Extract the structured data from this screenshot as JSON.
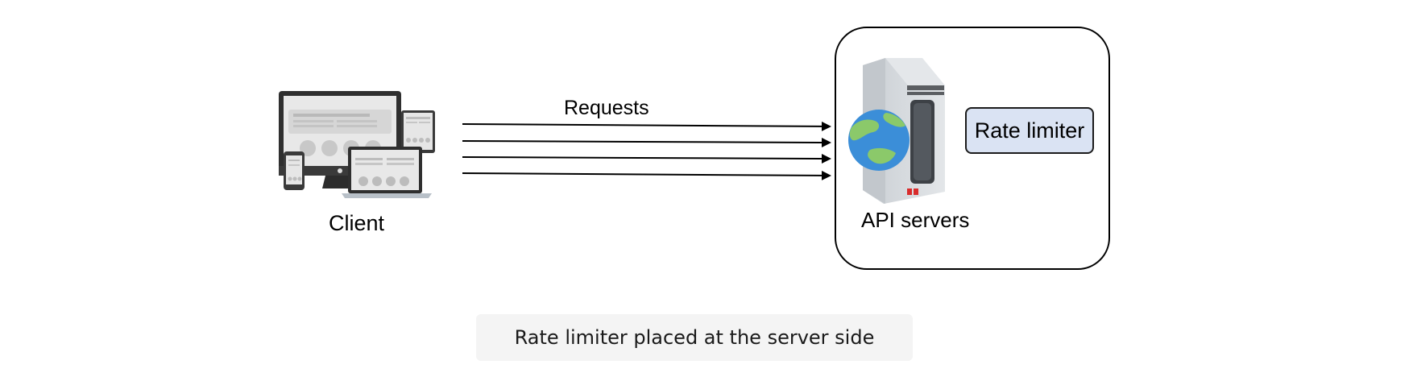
{
  "diagram": {
    "client_label": "Client",
    "requests_label": "Requests",
    "api_servers_label": "API servers",
    "rate_limiter_label": "Rate limiter",
    "request_arrow_count": 4
  },
  "caption": "Rate limiter placed at the server side",
  "colors": {
    "rate_limiter_fill": "#dae3f3",
    "caption_background": "#f4f4f4",
    "globe_ocean": "#3b8ed8",
    "globe_land": "#8bc96a"
  },
  "icons": {
    "client": "devices-icon",
    "server": "server-tower-icon",
    "globe": "globe-icon"
  }
}
